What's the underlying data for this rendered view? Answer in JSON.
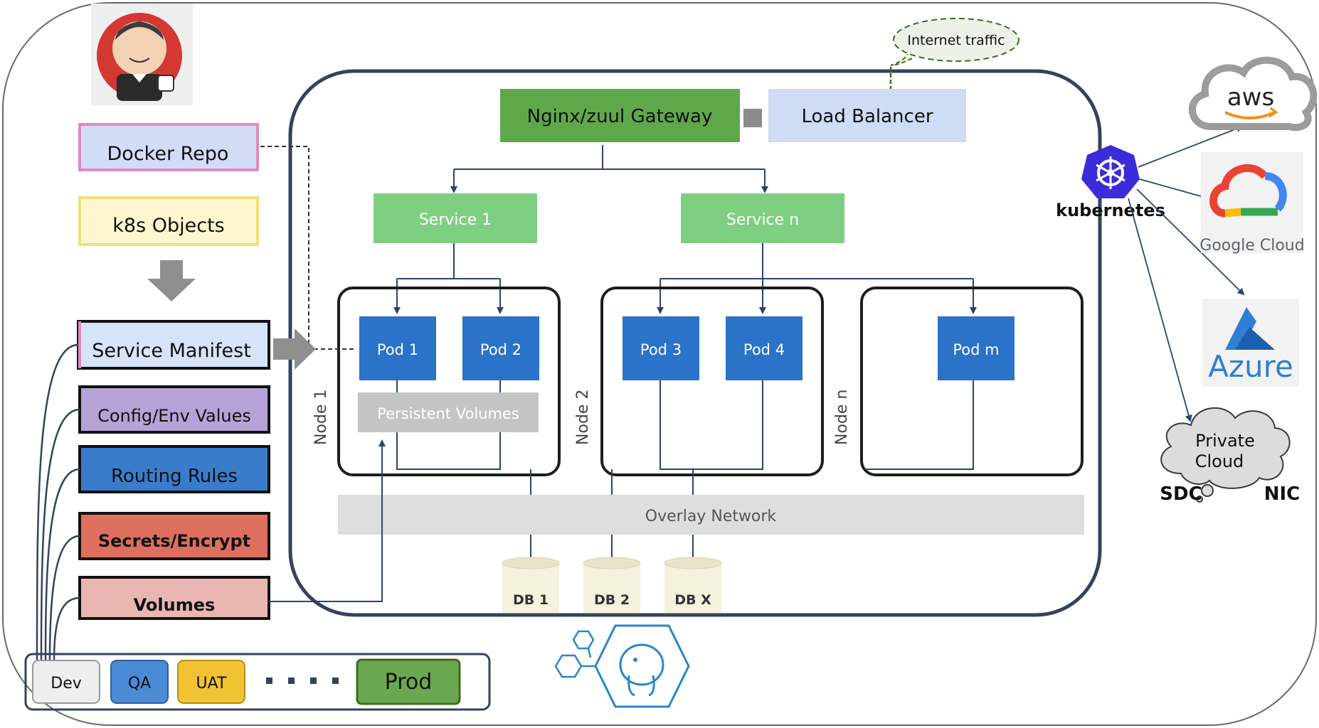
{
  "colors": {
    "gateway": "#5ea84a",
    "service": "#7fcf83",
    "pod": "#2a73c9",
    "persistent": "#c4c4c4",
    "overlay": "#dedede",
    "load_balancer": "#cfdcf5",
    "docker_repo_fill": "#d3dcf7",
    "docker_repo_border": "#e08ac0",
    "k8s_objects_fill": "#fdf6cf",
    "k8s_objects_border": "#efe07a",
    "service_manifest": "#d7e3f8",
    "config_env": "#b6a2d6",
    "routing_rules": "#3a7ccc",
    "secrets": "#de6f5e",
    "volumes": "#e9b6b2",
    "qa": "#4a8bd6",
    "uat": "#f1c232",
    "prod": "#6aa84f",
    "kubernetes": "#3c2bd8",
    "azure": "#2f7fd6"
  },
  "internet_traffic": "Internet traffic",
  "gateway": "Nginx/zuul Gateway",
  "load_balancer": "Load Balancer",
  "services": [
    "Service 1",
    "Service n"
  ],
  "pods": [
    "Pod 1",
    "Pod 2",
    "Pod 3",
    "Pod 4",
    "Pod m"
  ],
  "persistent_volumes": "Persistent Volumes",
  "nodes": [
    "Node 1",
    "Node 2",
    "Node n"
  ],
  "overlay_network": "Overlay Network",
  "databases": [
    "DB 1",
    "DB 2",
    "DB X"
  ],
  "pipeline": {
    "docker_repo": "Docker Repo",
    "k8s_objects": "k8s Objects",
    "service_manifest": "Service Manifest",
    "config_env": "Config/Env Values",
    "routing_rules": "Routing Rules",
    "secrets": "Secrets/Encrypt",
    "volumes": "Volumes"
  },
  "environments": [
    "Dev",
    "QA",
    "UAT",
    "Prod"
  ],
  "kubernetes": "kubernetes",
  "clouds": {
    "aws": "aws",
    "google": "Google Cloud",
    "azure": "Azure",
    "private_line1": "Private",
    "private_line2": "Cloud",
    "sdc": "SDC",
    "nic": "NIC"
  }
}
